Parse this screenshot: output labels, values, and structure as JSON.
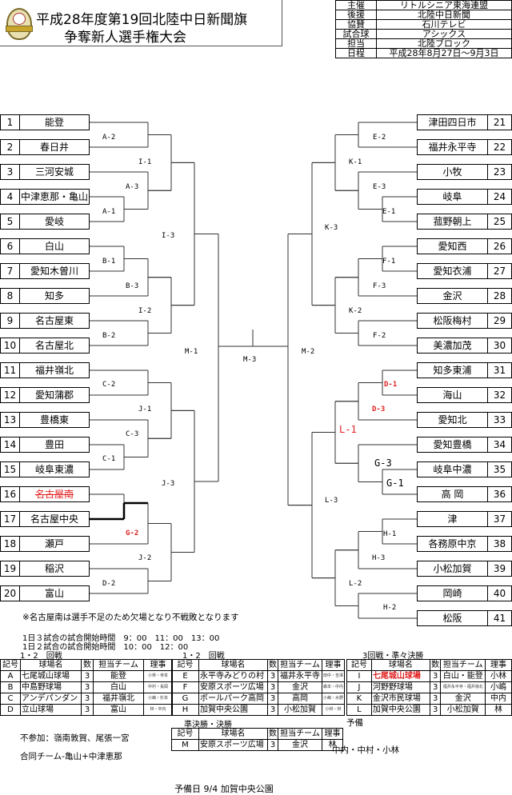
{
  "header": {
    "title_line1": "平成28年度第19回北陸中日新聞旗",
    "title_line2": "争奪新人選手権大会",
    "info": [
      [
        "主催",
        "リトルシニア東海連盟"
      ],
      [
        "後援",
        "北陸中日新聞"
      ],
      [
        "協賛",
        "石川テレビ"
      ],
      [
        "試合球",
        "アシックス"
      ],
      [
        "担当",
        "北陸ブロック"
      ],
      [
        "日程",
        "平成28年8月27日～9月3日"
      ]
    ]
  },
  "bracket": {
    "left_teams": [
      {
        "no": "1",
        "name": "能登"
      },
      {
        "no": "2",
        "name": "春日井"
      },
      {
        "no": "3",
        "name": "三河安城"
      },
      {
        "no": "4",
        "name": "中津恵那・亀山"
      },
      {
        "no": "5",
        "name": "愛岐"
      },
      {
        "no": "6",
        "name": "白山"
      },
      {
        "no": "7",
        "name": "愛知木曽川"
      },
      {
        "no": "8",
        "name": "知多"
      },
      {
        "no": "9",
        "name": "名古屋東"
      },
      {
        "no": "10",
        "name": "名古屋北"
      },
      {
        "no": "11",
        "name": "福井嶺北"
      },
      {
        "no": "12",
        "name": "愛知蒲郡"
      },
      {
        "no": "13",
        "name": "豊橋東"
      },
      {
        "no": "14",
        "name": "豊田"
      },
      {
        "no": "15",
        "name": "岐阜東濃"
      },
      {
        "no": "16",
        "name": "名古屋南",
        "withdrawn": true
      },
      {
        "no": "17",
        "name": "名古屋中央"
      },
      {
        "no": "18",
        "name": "瀬戸"
      },
      {
        "no": "19",
        "name": "稲沢"
      },
      {
        "no": "20",
        "name": "富山"
      }
    ],
    "right_teams": [
      {
        "no": "21",
        "name": "津田四日市"
      },
      {
        "no": "22",
        "name": "福井永平寺"
      },
      {
        "no": "23",
        "name": "小牧"
      },
      {
        "no": "24",
        "name": "岐阜"
      },
      {
        "no": "25",
        "name": "菰野朝上"
      },
      {
        "no": "26",
        "name": "愛知西"
      },
      {
        "no": "27",
        "name": "愛知衣浦"
      },
      {
        "no": "28",
        "name": "金沢"
      },
      {
        "no": "29",
        "name": "松阪梅村"
      },
      {
        "no": "30",
        "name": "美濃加茂"
      },
      {
        "no": "31",
        "name": "知多東浦"
      },
      {
        "no": "32",
        "name": "海山"
      },
      {
        "no": "33",
        "name": "愛知北"
      },
      {
        "no": "34",
        "name": "愛知豊橋"
      },
      {
        "no": "35",
        "name": "岐阜中濃"
      },
      {
        "no": "36",
        "name": "高 岡"
      },
      {
        "no": "37",
        "name": "津"
      },
      {
        "no": "38",
        "name": "各務原中京"
      },
      {
        "no": "39",
        "name": "小松加賀"
      },
      {
        "no": "40",
        "name": "岡崎"
      },
      {
        "no": "41",
        "name": "松阪"
      }
    ],
    "labels": [
      "A-2",
      "A-3",
      "A-1",
      "I-1",
      "I-3",
      "B-1",
      "B-3",
      "I-2",
      "B-2",
      "M-1",
      "M-3",
      "C-2",
      "J-1",
      "C-3",
      "C-1",
      "J-3",
      "G-2",
      "J-2",
      "D-2",
      "E-2",
      "K-1",
      "E-3",
      "E-1",
      "K-3",
      "F-1",
      "F-3",
      "K-2",
      "F-2",
      "M-2",
      "D-1",
      "D-3",
      "L-1",
      "G-3",
      "G-1",
      "L-3",
      "H-1",
      "H-3",
      "L-2",
      "H-2"
    ],
    "highlight_labels": [
      "G-2",
      "D-1",
      "D-3",
      "L-1"
    ],
    "line_color": "#333333",
    "accent_red": "#e02020"
  },
  "notes": {
    "withdrawal": "※名古屋南は選手不足のため欠場となり不戦敗となります",
    "times3": "1日３試合の試合開始時間　9：00　11：00　13：00",
    "times2": "1日２試合の試合開始時間　10：00　12：00",
    "absent": "不参加：嶺南敦賀、尾張一宮",
    "joint": "合同チーム-亀山+中津恵那",
    "reserve_day": "予備日 9/4 加賀中央公園",
    "reserve_label": "予備",
    "reserve_staff": "中内・中村・小林"
  },
  "venues": {
    "headers": [
      "記号",
      "球場名",
      "数",
      "担当チーム",
      "理事"
    ],
    "tables": [
      {
        "title": "1・2　回戦",
        "rows": [
          [
            "A",
            "七尾城山球場",
            "3",
            "能登",
            "小林・寺本"
          ],
          [
            "B",
            "中島野球場",
            "3",
            "白山",
            "中村・長岡"
          ],
          [
            "C",
            "アンデパンダン",
            "3",
            "福井嶺北",
            "小嶋・杉本"
          ],
          [
            "D",
            "立山球場",
            "3",
            "富山",
            "林・中内"
          ]
        ]
      },
      {
        "title": "1・2　回戦",
        "rows": [
          [
            "E",
            "永平寺みどりの村",
            "3",
            "福井永平寺",
            "田中・吉澤"
          ],
          [
            "F",
            "安原スポーツ広場",
            "3",
            "金沢",
            "森本・中内"
          ],
          [
            "G",
            "ボールパーク高岡",
            "3",
            "高岡",
            "小嶋・水野"
          ],
          [
            "H",
            "加賀中央公園",
            "3",
            "小松加賀",
            "小林・林"
          ]
        ]
      },
      {
        "title": "3回戦・準々決勝",
        "rows": [
          [
            "I",
            "七尾城山球場",
            "3",
            "白山・能登",
            "小林"
          ],
          [
            "J",
            "河野野球場",
            "3",
            "福井永平寺・福井嶺北",
            "小嶋"
          ],
          [
            "K",
            "金沢市民球場",
            "3",
            "金沢",
            "中内"
          ],
          [
            "L",
            "加賀中央公園",
            "3",
            "小松加賀",
            "林"
          ]
        ]
      },
      {
        "title": "準決勝・決勝",
        "rows": [
          [
            "M",
            "安原スポーツ広場",
            "3",
            "金沢",
            "林"
          ]
        ]
      }
    ]
  }
}
